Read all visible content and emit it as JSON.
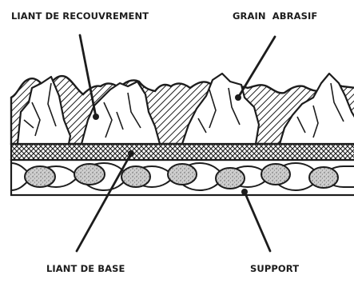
{
  "labels": {
    "liant_recouvrement": "LIANT DE RECOUVREMENT",
    "grain_abrasif": "GRAIN  ABRASIF",
    "liant_base": "LIANT DE BASE",
    "support": "SUPPORT"
  },
  "colors": {
    "ink": "#1c1c1c",
    "grain_fill": "#ffffff",
    "fiber_fill": "#cfcfcf"
  }
}
